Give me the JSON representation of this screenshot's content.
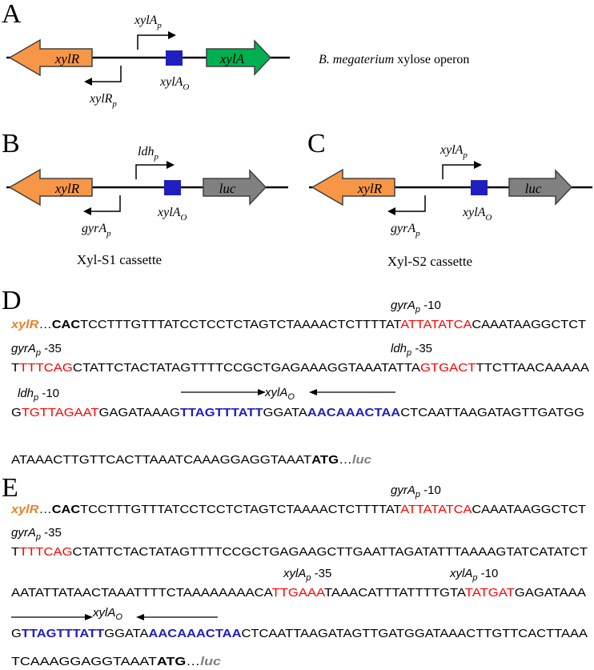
{
  "colors": {
    "orange": "#f79646",
    "orange_text": "#e3852b",
    "green": "#00b050",
    "blue": "#1f1fbf",
    "gray": "#808080",
    "red": "#ff0000",
    "black": "#000000"
  },
  "panel_letters": {
    "A": "A",
    "B": "B",
    "C": "C",
    "D": "D",
    "E": "E"
  },
  "panelA": {
    "gene_left": "xylR",
    "gene_right": "xylA",
    "promoter_right": "xylA",
    "promoter_right_sub": "p",
    "promoter_left": "xylR",
    "promoter_left_sub": "p",
    "operator": "xylA",
    "operator_sub": "O",
    "caption_species": "B. megaterium",
    "caption_rest": " xylose operon"
  },
  "panelB": {
    "gene_left": "xylR",
    "gene_right": "luc",
    "promoter_right": "ldh",
    "promoter_right_sub": "p",
    "promoter_left": "gyrA",
    "promoter_left_sub": "p",
    "operator": "xylA",
    "operator_sub": "O",
    "caption": "Xyl-S1 cassette"
  },
  "panelC": {
    "gene_left": "xylR",
    "gene_right": "luc",
    "promoter_right": "xylA",
    "promoter_right_sub": "p",
    "promoter_left": "gyrA",
    "promoter_left_sub": "p",
    "operator": "xylA",
    "operator_sub": "O",
    "caption": "Xyl-S2 cassette"
  },
  "panelD": {
    "annotations": [
      {
        "base": "gyrA",
        "sub": "p",
        "suffix": " -10"
      },
      {
        "base": "gyrA",
        "sub": "p",
        "suffix": " -35"
      },
      {
        "base": "ldh",
        "sub": "p",
        "suffix": " -35"
      },
      {
        "base": "ldh",
        "sub": "p",
        "suffix": " -10"
      },
      {
        "base": "xylA",
        "sub": "O",
        "suffix": ""
      }
    ],
    "lines": [
      [
        {
          "t": "xylR",
          "s": "orange"
        },
        {
          "t": "…",
          "s": "n"
        },
        {
          "t": "CAC",
          "s": "b"
        },
        {
          "t": "TCCTTTGTTTATCCTCCTCTAGTCTAAAACTCTTTTAT",
          "s": "n"
        },
        {
          "t": "ATTATATCA",
          "s": "r"
        },
        {
          "t": "CAAATAAGGCTCT",
          "s": "n"
        }
      ],
      [
        {
          "t": "T",
          "s": "n"
        },
        {
          "t": "TTTCAG",
          "s": "r"
        },
        {
          "t": "CTATTCTACTATAGTTTTCCGCTGAGAAAGGTAAATATTA",
          "s": "n"
        },
        {
          "t": "GTGACT",
          "s": "r"
        },
        {
          "t": "TTCTTAACAAAAA",
          "s": "n"
        }
      ],
      [
        {
          "t": "G",
          "s": "n"
        },
        {
          "t": "TGTTAGAAT",
          "s": "r"
        },
        {
          "t": "GAGATAAAG",
          "s": "n"
        },
        {
          "t": "TTAGTTTATT",
          "s": "blue"
        },
        {
          "t": "GGATA",
          "s": "n"
        },
        {
          "t": "AACAAACTAA",
          "s": "blue"
        },
        {
          "t": "CTCAATTAAGATAGTTGATGG",
          "s": "n"
        }
      ],
      [
        {
          "t": "ATAAACTTGTTCACTTAAATCAAAGGAGGTAAAT",
          "s": "n"
        },
        {
          "t": "ATG",
          "s": "b"
        },
        {
          "t": "…",
          "s": "n"
        },
        {
          "t": "luc",
          "s": "gray"
        }
      ]
    ]
  },
  "panelE": {
    "annotations": [
      {
        "base": "gyrA",
        "sub": "p",
        "suffix": " -10"
      },
      {
        "base": "gyrA",
        "sub": "p",
        "suffix": " -35"
      },
      {
        "base": "xylA",
        "sub": "p",
        "suffix": " -35"
      },
      {
        "base": "xylA",
        "sub": "p",
        "suffix": " -10"
      },
      {
        "base": "xylA",
        "sub": "O",
        "suffix": ""
      }
    ],
    "lines": [
      [
        {
          "t": "xylR",
          "s": "orange"
        },
        {
          "t": "…",
          "s": "n"
        },
        {
          "t": "CAC",
          "s": "b"
        },
        {
          "t": "TCCTTTGTTTATCCTCCTCTAGTCTAAAACTCTTTTAT",
          "s": "n"
        },
        {
          "t": "ATTATATCA",
          "s": "r"
        },
        {
          "t": "CAAATAAGGCTCT",
          "s": "n"
        }
      ],
      [
        {
          "t": "T",
          "s": "n"
        },
        {
          "t": "TTTCAG",
          "s": "r"
        },
        {
          "t": "CTATTCTACTATAGTTTTCCGCTGAGAAGCTTGAATTAGATATTTAAAAGTATCATATCT",
          "s": "n"
        }
      ],
      [
        {
          "t": "AATATTATAACTAAATTTTCTAAAAAAAACA",
          "s": "n"
        },
        {
          "t": "TTGAAA",
          "s": "r"
        },
        {
          "t": "TAAACATTTATTTTGTA",
          "s": "n"
        },
        {
          "t": "TATGAT",
          "s": "r"
        },
        {
          "t": "GAGATAAA",
          "s": "n"
        }
      ],
      [
        {
          "t": "G",
          "s": "n"
        },
        {
          "t": "TTAGTTTATT",
          "s": "blue"
        },
        {
          "t": "GGATA",
          "s": "n"
        },
        {
          "t": "AACAAACTAA",
          "s": "blue"
        },
        {
          "t": "CTCAATTAAGATAGTTGATGGATAAACTTGTTCACTTAAA",
          "s": "n"
        }
      ],
      [
        {
          "t": "TCAAAGGAGGTAAAT",
          "s": "n"
        },
        {
          "t": "ATG",
          "s": "b"
        },
        {
          "t": "…",
          "s": "n"
        },
        {
          "t": "luc",
          "s": "gray"
        }
      ]
    ]
  }
}
